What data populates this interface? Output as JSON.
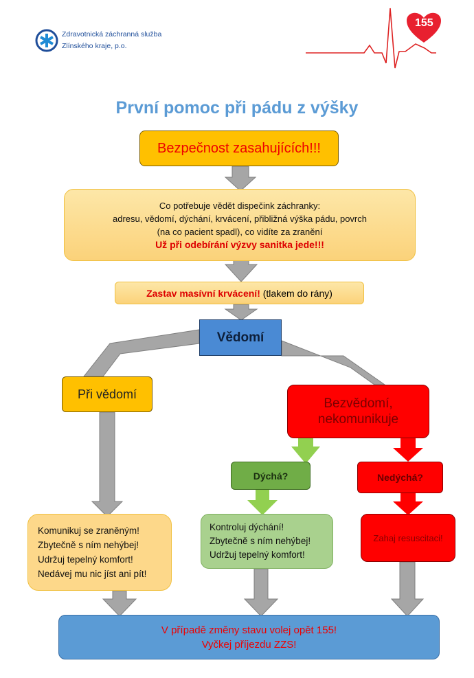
{
  "header": {
    "org_line1": "Zdravotnická záchranná služba",
    "org_line2": "Zlínského kraje, p.o.",
    "emergency_number": "155"
  },
  "title": "První pomoc při pádu z výšky",
  "steps": {
    "safety": "Bezpečnost zasahujících!!!",
    "dispatch_heading": "Co potřebuje vědět dispečink záchranky:",
    "dispatch_line1": "adresu, vědomí, dýchání, krvácení, přibližná výška pádu, povrch",
    "dispatch_line2": "(na co pacient spadl), co vidíte za zranění",
    "dispatch_alert": "Už při odebírání výzvy sanitka jede!!!",
    "bleeding_bold": "Zastav masívní krvácení!",
    "bleeding_note": " (tlakem do rány)",
    "consciousness": "Vědomí",
    "conscious": "Při vědomí",
    "unconscious_line1": "Bezvědomí,",
    "unconscious_line2": "nekomunikuje",
    "breathing": "Dýchá?",
    "not_breathing": "Nedýchá?",
    "conscious_actions": [
      "Komunikuj se zraněným!",
      "Zbytečně s ním nehýbej!",
      "Udržuj tepelný komfort!",
      "Nedávej mu nic jíst ani pít!"
    ],
    "breathing_actions": [
      "Kontroluj dýchání!",
      "Zbytečně s ním nehýbej!",
      "Udržuj tepelný komfort!"
    ],
    "not_breathing_action": "Zahaj resuscitaci!",
    "final_line1": "V případě změny stavu volej opět 155!",
    "final_line2": "Vyčkej příjezdu ZZS!"
  },
  "colors": {
    "blue": "#5b9bd5",
    "orange": "#ffc000",
    "red": "#ff0000",
    "green": "#70ad47",
    "light_green": "#92d050",
    "gray": "#a6a6a6"
  }
}
